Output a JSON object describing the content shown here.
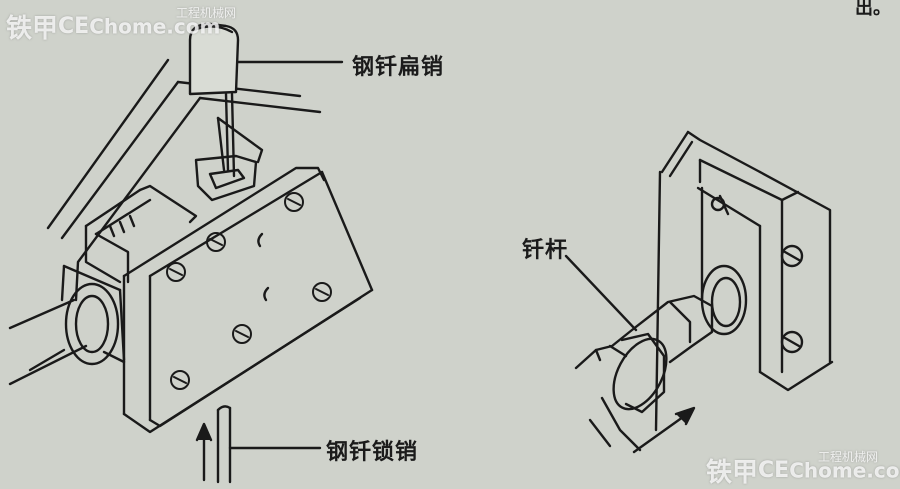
{
  "labels": {
    "flat_pin": "钢钎扁销",
    "lock_pin": "钢钎锁销",
    "rod": "钎杆"
  },
  "corner_text": "出。",
  "watermark": {
    "brand": "铁甲",
    "logo": "CE",
    "site": "Chome.com",
    "tag": "工程机械网"
  }
}
